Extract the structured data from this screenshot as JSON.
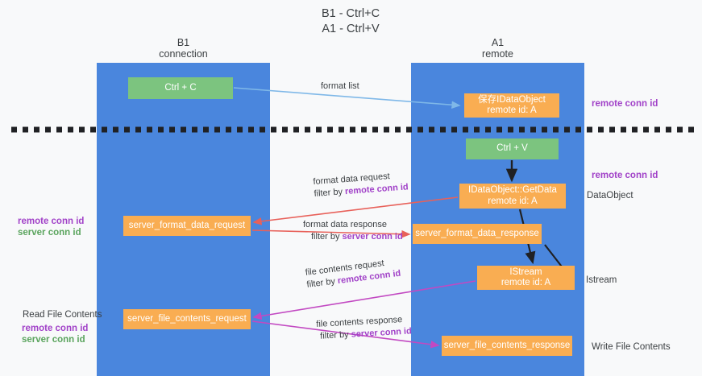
{
  "title": {
    "line1": "B1 - Ctrl+C",
    "line2": "A1 - Ctrl+V"
  },
  "columns": [
    {
      "id": "b1",
      "name": "B1",
      "sub": "connection"
    },
    {
      "id": "a1",
      "name": "A1",
      "sub": "remote"
    }
  ],
  "nodes": {
    "ctrl_c": {
      "label": "Ctrl + C",
      "color": "#7cc47f"
    },
    "idataobject": {
      "line1": "保存IDataObject",
      "line2": "remote id: A",
      "color": "#f9ad52"
    },
    "ctrl_v": {
      "label": "Ctrl + V",
      "color": "#7cc47f"
    },
    "getdata": {
      "line1": "IDataObject::GetData",
      "line2": "remote id: A",
      "color": "#f9ad52"
    },
    "server_format_data_request": {
      "label": "server_format_data_request",
      "color": "#f9ad52"
    },
    "server_format_data_response": {
      "label": "server_format_data_response",
      "color": "#f9ad52"
    },
    "istream": {
      "line1": "IStream",
      "line2": "remote id: A",
      "color": "#f9ad52"
    },
    "server_file_contents_request": {
      "label": "server_file_contents_request",
      "color": "#f9ad52"
    },
    "server_file_contents_response": {
      "label": "server_file_contents_response",
      "color": "#f9ad52"
    }
  },
  "edges": {
    "format_list": {
      "label": "format list"
    },
    "format_data_request": {
      "label": "format data request",
      "filter_prefix": "filter by ",
      "filter_key": "remote conn id"
    },
    "format_data_response": {
      "label": "format data response",
      "filter_prefix": "filter by ",
      "filter_key": "server conn id"
    },
    "file_contents_request": {
      "label": "file contents request",
      "filter_prefix": "filter by ",
      "filter_key": "remote conn id"
    },
    "file_contents_response": {
      "label": "file contents response",
      "filter_prefix": "filter by ",
      "filter_key": "server conn id"
    }
  },
  "annotations": {
    "remote_conn_id_top": "remote conn id",
    "remote_conn_id_mid": "remote conn id",
    "dataobject": "DataObject",
    "istream": "Istream",
    "write_file_contents": "Write File Contents",
    "read_file_contents": "Read File Contents",
    "left_remote_conn_id_1": "remote conn id",
    "left_server_conn_id_1": "server conn id",
    "left_remote_conn_id_2": "remote conn id",
    "left_server_conn_id_2": "server conn id"
  },
  "colors": {
    "column_blue": "#4a86dd",
    "node_green": "#7cc47f",
    "node_orange": "#f9ad52",
    "purple_text": "#a142c8",
    "green_text": "#5aa45d",
    "arrow_lightblue": "#7fb8e8",
    "arrow_red": "#e8615a",
    "arrow_magenta": "#c council"
  }
}
